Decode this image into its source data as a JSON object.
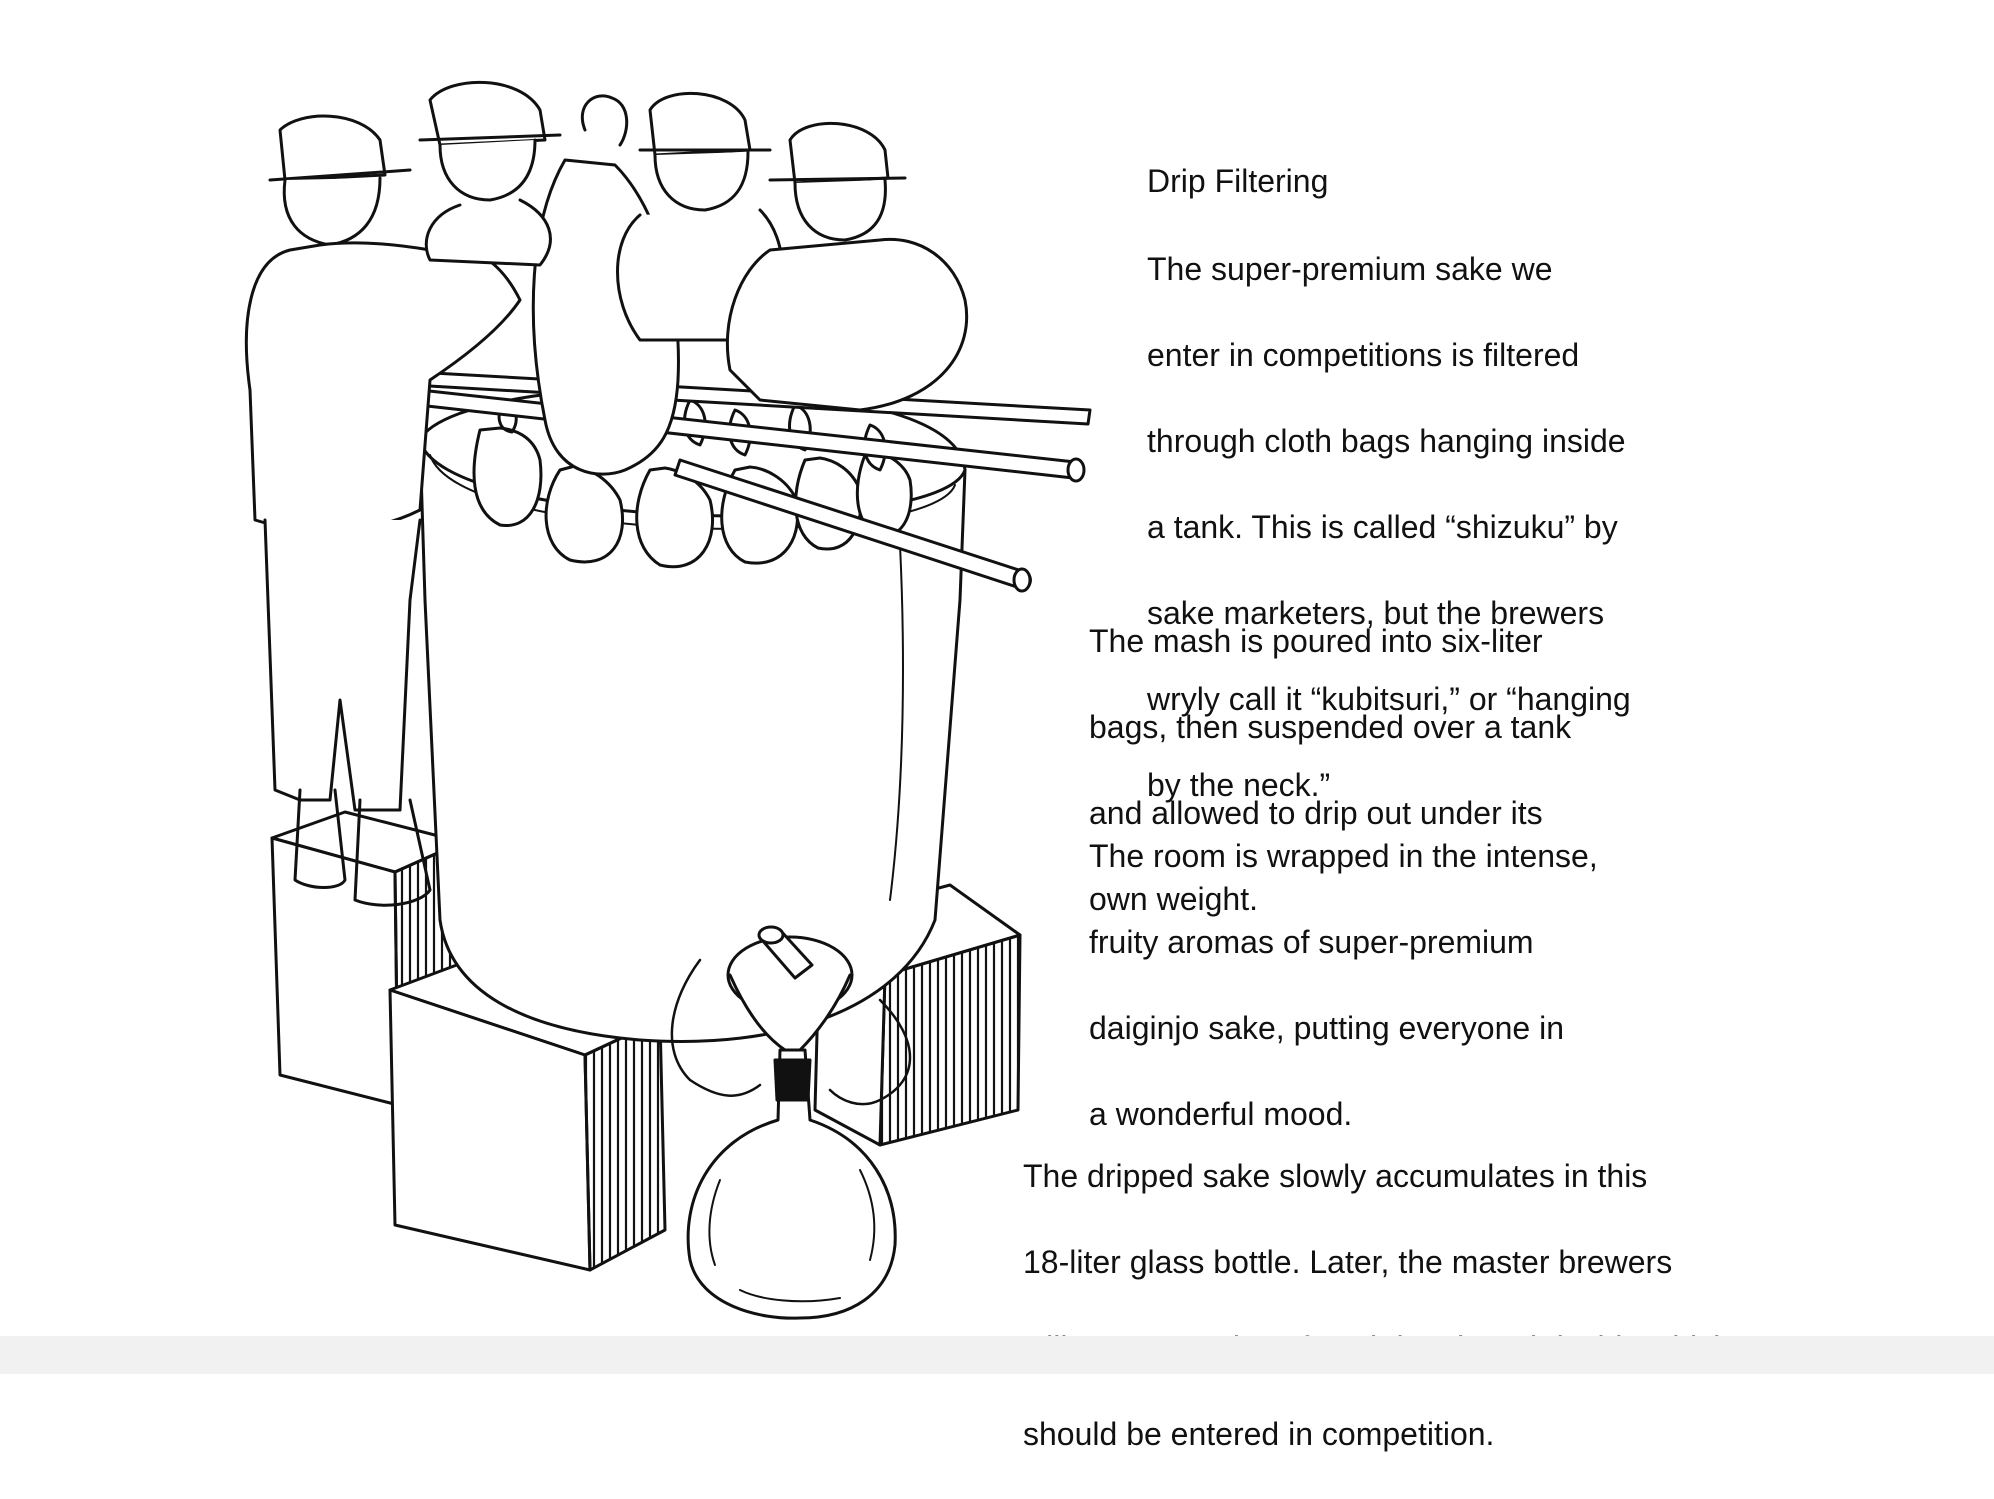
{
  "colors": {
    "ink": "#111111",
    "paper": "#ffffff",
    "bottom_band": "#f1f1f1"
  },
  "illustration": {
    "subject": "brewers-drip-filtering-sake-tank-drawing"
  },
  "captions": {
    "drip": {
      "title": "Drip Filtering",
      "lines": [
        "The super-premium sake we",
        "enter in competitions is filtered",
        "through cloth bags hanging inside",
        "a tank. This is called “shizuku” by",
        "sake marketers, but the brewers",
        "wryly call it “kubitsuri,” or “hanging",
        "by the neck.”"
      ]
    },
    "mash": {
      "lines": [
        "The mash is poured into six-liter",
        "bags, then suspended over a tank",
        "and allowed to drip out under its",
        "own weight."
      ]
    },
    "room": {
      "lines": [
        "The room is wrapped in the intense,",
        "fruity aromas of super-premium",
        "daiginjo sake, putting everyone in",
        "a wonderful mood."
      ]
    },
    "bottle": {
      "lines": [
        "The dripped sake slowly accumulates in this",
        "18-liter glass bottle. Later, the master brewers",
        "will taste samples of each batch and decide which",
        "should be entered in competition."
      ]
    }
  }
}
